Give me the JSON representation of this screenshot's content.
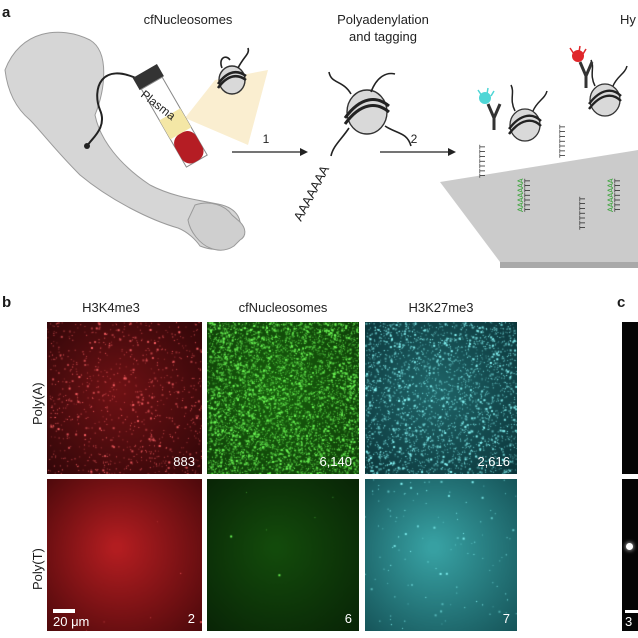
{
  "panel_a": {
    "letter": "a",
    "title_cfnucleosomes": "cfNucleosomes",
    "title_poly_line1": "Polyadenylation",
    "title_poly_line2": "and tagging",
    "title_hyb_partial": "Hy",
    "plasma_label": "Plasma",
    "step1": "1",
    "step2": "2",
    "polyA_tail": "AAAAAAA",
    "surface_polyT": "TTTTTTT",
    "surface_polyA": "AAAAAAA"
  },
  "panel_b": {
    "letter": "b",
    "columns": [
      "H3K4me3",
      "cfNucleosomes",
      "H3K27me3"
    ],
    "rows": [
      "Poly(A)",
      "Poly(T)"
    ],
    "counts": [
      [
        "883",
        "6,140",
        "2,616"
      ],
      [
        "2",
        "6",
        "7"
      ]
    ],
    "scale_label": "20 μm"
  },
  "panel_c": {
    "letter": "c",
    "scale_partial": "3"
  },
  "colors": {
    "red": "#e0262a",
    "green": "#33c21b",
    "cyan": "#4fd6d6",
    "tube_red": "#b51d24",
    "arm": "#d8d8d8",
    "surface": "#c9c9c9"
  }
}
